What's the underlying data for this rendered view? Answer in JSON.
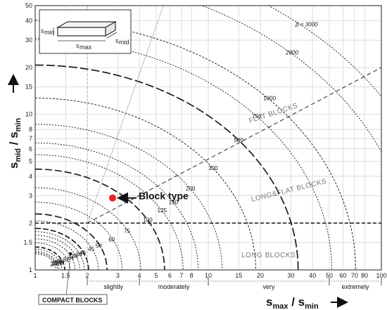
{
  "chart_data": {
    "type": "scatter",
    "x_scale": "log",
    "y_scale": "log",
    "xlim": [
      1,
      100
    ],
    "ylim": [
      1,
      50
    ],
    "x_ticks": [
      "1",
      "1.5",
      "2",
      "3",
      "4",
      "5",
      "6",
      "7",
      "8",
      "10",
      "15",
      "20",
      "30",
      "40",
      "50",
      "60",
      "70",
      "80",
      "100"
    ],
    "y_ticks": [
      "1",
      "1.5",
      "2",
      "3",
      "4",
      "5",
      "6",
      "7",
      "8",
      "10",
      "15",
      "20",
      "30",
      "40",
      "50"
    ],
    "xlabel": {
      "main": "s",
      "sub1": "max",
      "slash": " / s",
      "sub2": "min"
    },
    "ylabel": {
      "main": "s",
      "sub1": "mid",
      "slash": " / s",
      "sub2": "min"
    },
    "shape_factor_contours": [
      {
        "beta": 27,
        "label": "27"
      },
      {
        "beta": 27.5,
        "label": "27.5"
      },
      {
        "beta": 28,
        "label": "28"
      },
      {
        "beta": 29,
        "label": "29"
      },
      {
        "beta": 30,
        "label": "30"
      },
      {
        "beta": 32,
        "label": "32"
      },
      {
        "beta": 34,
        "label": "34"
      },
      {
        "beta": 36,
        "label": "36"
      },
      {
        "beta": 38,
        "label": "38"
      },
      {
        "beta": 40,
        "label": "40"
      },
      {
        "beta": 45,
        "label": "45"
      },
      {
        "beta": 50,
        "label": "50"
      },
      {
        "beta": 60,
        "label": "60"
      },
      {
        "beta": 75,
        "label": "75"
      },
      {
        "beta": 100,
        "label": "100"
      },
      {
        "beta": 125,
        "label": "125"
      },
      {
        "beta": 150,
        "label": "150"
      },
      {
        "beta": 200,
        "label": "200"
      },
      {
        "beta": 300,
        "label": "300"
      },
      {
        "beta": 500,
        "label": "500"
      },
      {
        "beta": 750,
        "label": "750"
      },
      {
        "beta": 1000,
        "label": "1000"
      },
      {
        "beta": 2000,
        "label": "2000"
      },
      {
        "beta": 3000,
        "label": "β = 3000"
      }
    ],
    "elongation_classes": [
      {
        "label": "slightly",
        "from": 2,
        "to": 4
      },
      {
        "label": "moderately",
        "from": 4,
        "to": 10
      },
      {
        "label": "very",
        "from": 10,
        "to": 50
      },
      {
        "label": "extremely",
        "from": 50,
        "to": 100
      }
    ],
    "regions": [
      "FLAT BLOCKS",
      "LONG&FLAT BLOCKS",
      "LONG BLOCKS",
      "COMPACT BLOCKS"
    ],
    "point": {
      "x": 2.8,
      "y": 2.9,
      "color": "#e8231e",
      "label": "Block type"
    },
    "compact_marker": {
      "x": 1.6,
      "y": 1.27
    },
    "inset_labels": {
      "min": "min",
      "mid": "mid",
      "max": "max"
    }
  }
}
